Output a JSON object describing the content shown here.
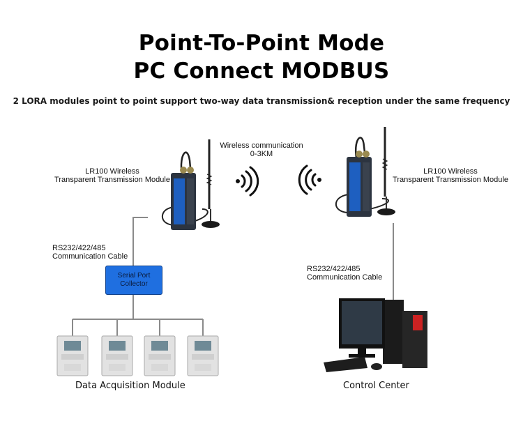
{
  "title": {
    "line1": "Point-To-Point Mode",
    "line2": "PC Connect MODBUS"
  },
  "subtitle": "2 LORA modules point to point support two-way data transmission& reception under the same frequency",
  "wireless": {
    "line1": "Wireless communication",
    "line2": "0-3KM"
  },
  "left_module": {
    "line1": "LR100 Wireless",
    "line2": "Transparent Transmission Module"
  },
  "right_module": {
    "line1": "LR100 Wireless",
    "line2": "Transparent Transmission Module"
  },
  "left_cable": {
    "line1": "RS232/422/485",
    "line2": "Communication Cable"
  },
  "right_cable": {
    "line1": "RS232/422/485",
    "line2": "Communication Cable"
  },
  "collector": {
    "line1": "Serial Port",
    "line2": "Collector"
  },
  "data_acquisition_label": "Data Acquisition Module",
  "control_center_label": "Control Center",
  "colors": {
    "collector_fill": "#1f6fe0",
    "module_body": "#2c3440",
    "line_gray": "#8a8a8a"
  }
}
